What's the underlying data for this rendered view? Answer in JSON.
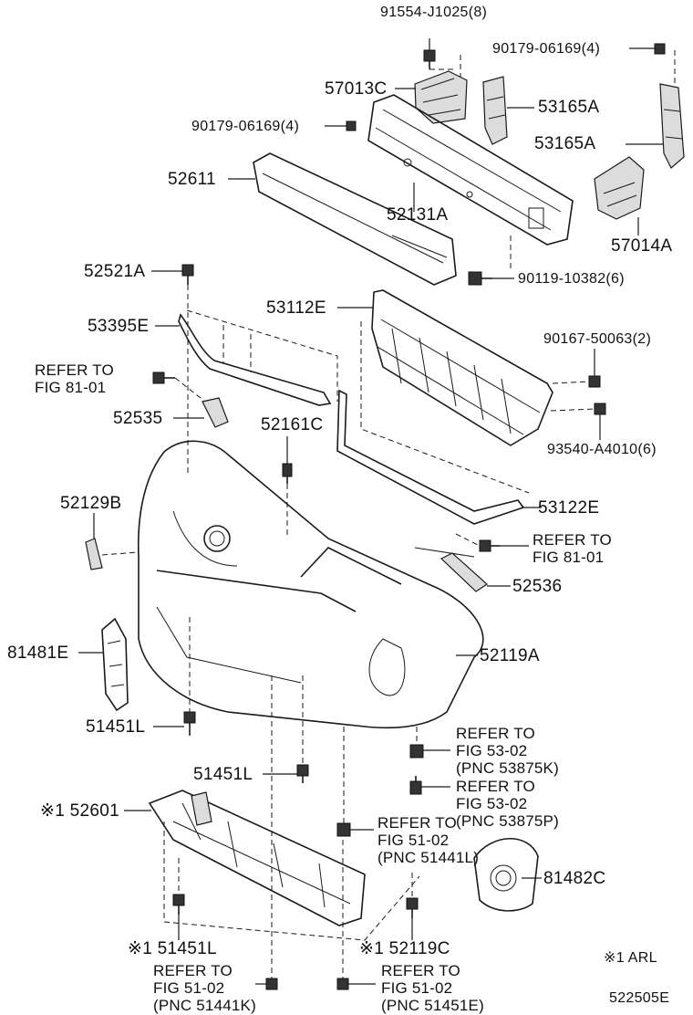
{
  "diagram_id": "522505E",
  "footnote": "※1 ARL",
  "labels": {
    "p_91554": "91554-J1025(8)",
    "p_90179_top": "90179-06169(4)",
    "p_57013C": "57013C",
    "p_53165A_1": "53165A",
    "p_90179_mid": "90179-06169(4)",
    "p_53165A_2": "53165A",
    "p_52611": "52611",
    "p_52131A": "52131A",
    "p_57014A": "57014A",
    "p_52521A": "52521A",
    "p_90119": "90119-10382(6)",
    "p_53112E": "53112E",
    "p_53395E": "53395E",
    "p_90167": "90167-50063(2)",
    "p_52535": "52535",
    "p_52161C": "52161C",
    "p_93540": "93540-A4010(6)",
    "p_52129B": "52129B",
    "p_53122E": "53122E",
    "p_52536": "52536",
    "p_81481E": "81481E",
    "p_52119A": "52119A",
    "p_51451L_1": "51451L",
    "p_51451L_2": "51451L",
    "p_52601": "※1 52601",
    "p_81482C": "81482C",
    "p_51451L_3": "※1 51451L",
    "p_52119C": "※1 52119C"
  },
  "refs": {
    "r1": [
      "REFER TO",
      "FIG 81-01"
    ],
    "r2": [
      "REFER TO",
      "FIG 81-01"
    ],
    "r3": [
      "REFER TO",
      "FIG 53-02",
      "(PNC 53875K)"
    ],
    "r4": [
      "REFER TO",
      "FIG 53-02",
      "(PNC 53875P)"
    ],
    "r5": [
      "REFER TO",
      "FIG 51-02",
      "(PNC 51441L)"
    ],
    "r6": [
      "REFER TO",
      "FIG 51-02",
      "(PNC 51441K)"
    ],
    "r7": [
      "REFER TO",
      "FIG 51-02",
      "(PNC 51451E)"
    ]
  }
}
